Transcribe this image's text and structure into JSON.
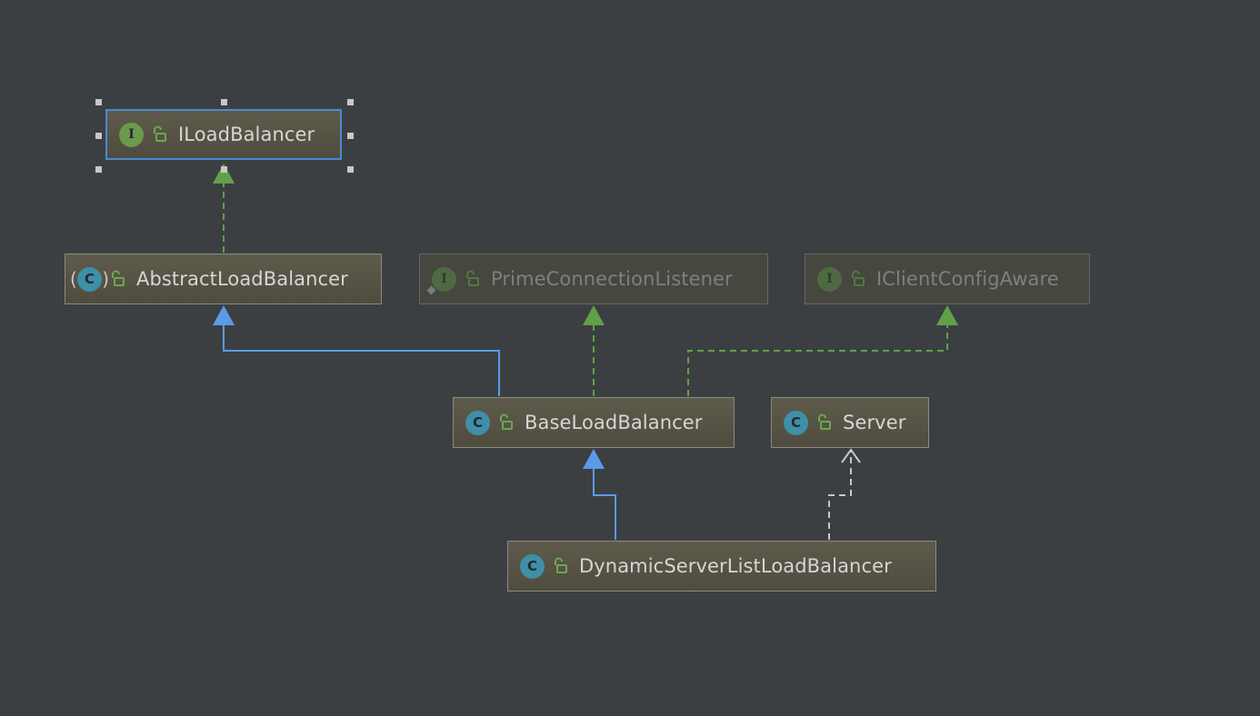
{
  "diagram": {
    "nodes": [
      {
        "id": "iloadbalancer",
        "name": "ILoadBalancer",
        "kind": "interface",
        "badge": "I"
      },
      {
        "id": "abstractloadbalancer",
        "name": "AbstractLoadBalancer",
        "kind": "abstract-class",
        "badge": "C"
      },
      {
        "id": "primeconnectionlistener",
        "name": "PrimeConnectionListener",
        "kind": "interface",
        "badge": "I"
      },
      {
        "id": "iclientconfigaware",
        "name": "IClientConfigAware",
        "kind": "interface",
        "badge": "I"
      },
      {
        "id": "baseloadbalancer",
        "name": "BaseLoadBalancer",
        "kind": "class",
        "badge": "C"
      },
      {
        "id": "server",
        "name": "Server",
        "kind": "class",
        "badge": "C"
      },
      {
        "id": "dynamicserverlistloadbalancer",
        "name": "DynamicServerListLoadBalancer",
        "kind": "class",
        "badge": "C"
      }
    ],
    "edges": [
      {
        "from": "abstractloadbalancer",
        "to": "iloadbalancer",
        "type": "implements"
      },
      {
        "from": "baseloadbalancer",
        "to": "abstractloadbalancer",
        "type": "extends"
      },
      {
        "from": "baseloadbalancer",
        "to": "primeconnectionlistener",
        "type": "implements"
      },
      {
        "from": "baseloadbalancer",
        "to": "iclientconfigaware",
        "type": "implements"
      },
      {
        "from": "dynamicserverlistloadbalancer",
        "to": "baseloadbalancer",
        "type": "extends"
      },
      {
        "from": "dynamicserverlistloadbalancer",
        "to": "server",
        "type": "dependency"
      }
    ],
    "selected": "iloadbalancer",
    "colors": {
      "background": "#3c3f41",
      "extends": "#5a9be8",
      "implements": "#62a049",
      "dependency": "#c8c8c8",
      "selection": "#4a88d6"
    }
  }
}
